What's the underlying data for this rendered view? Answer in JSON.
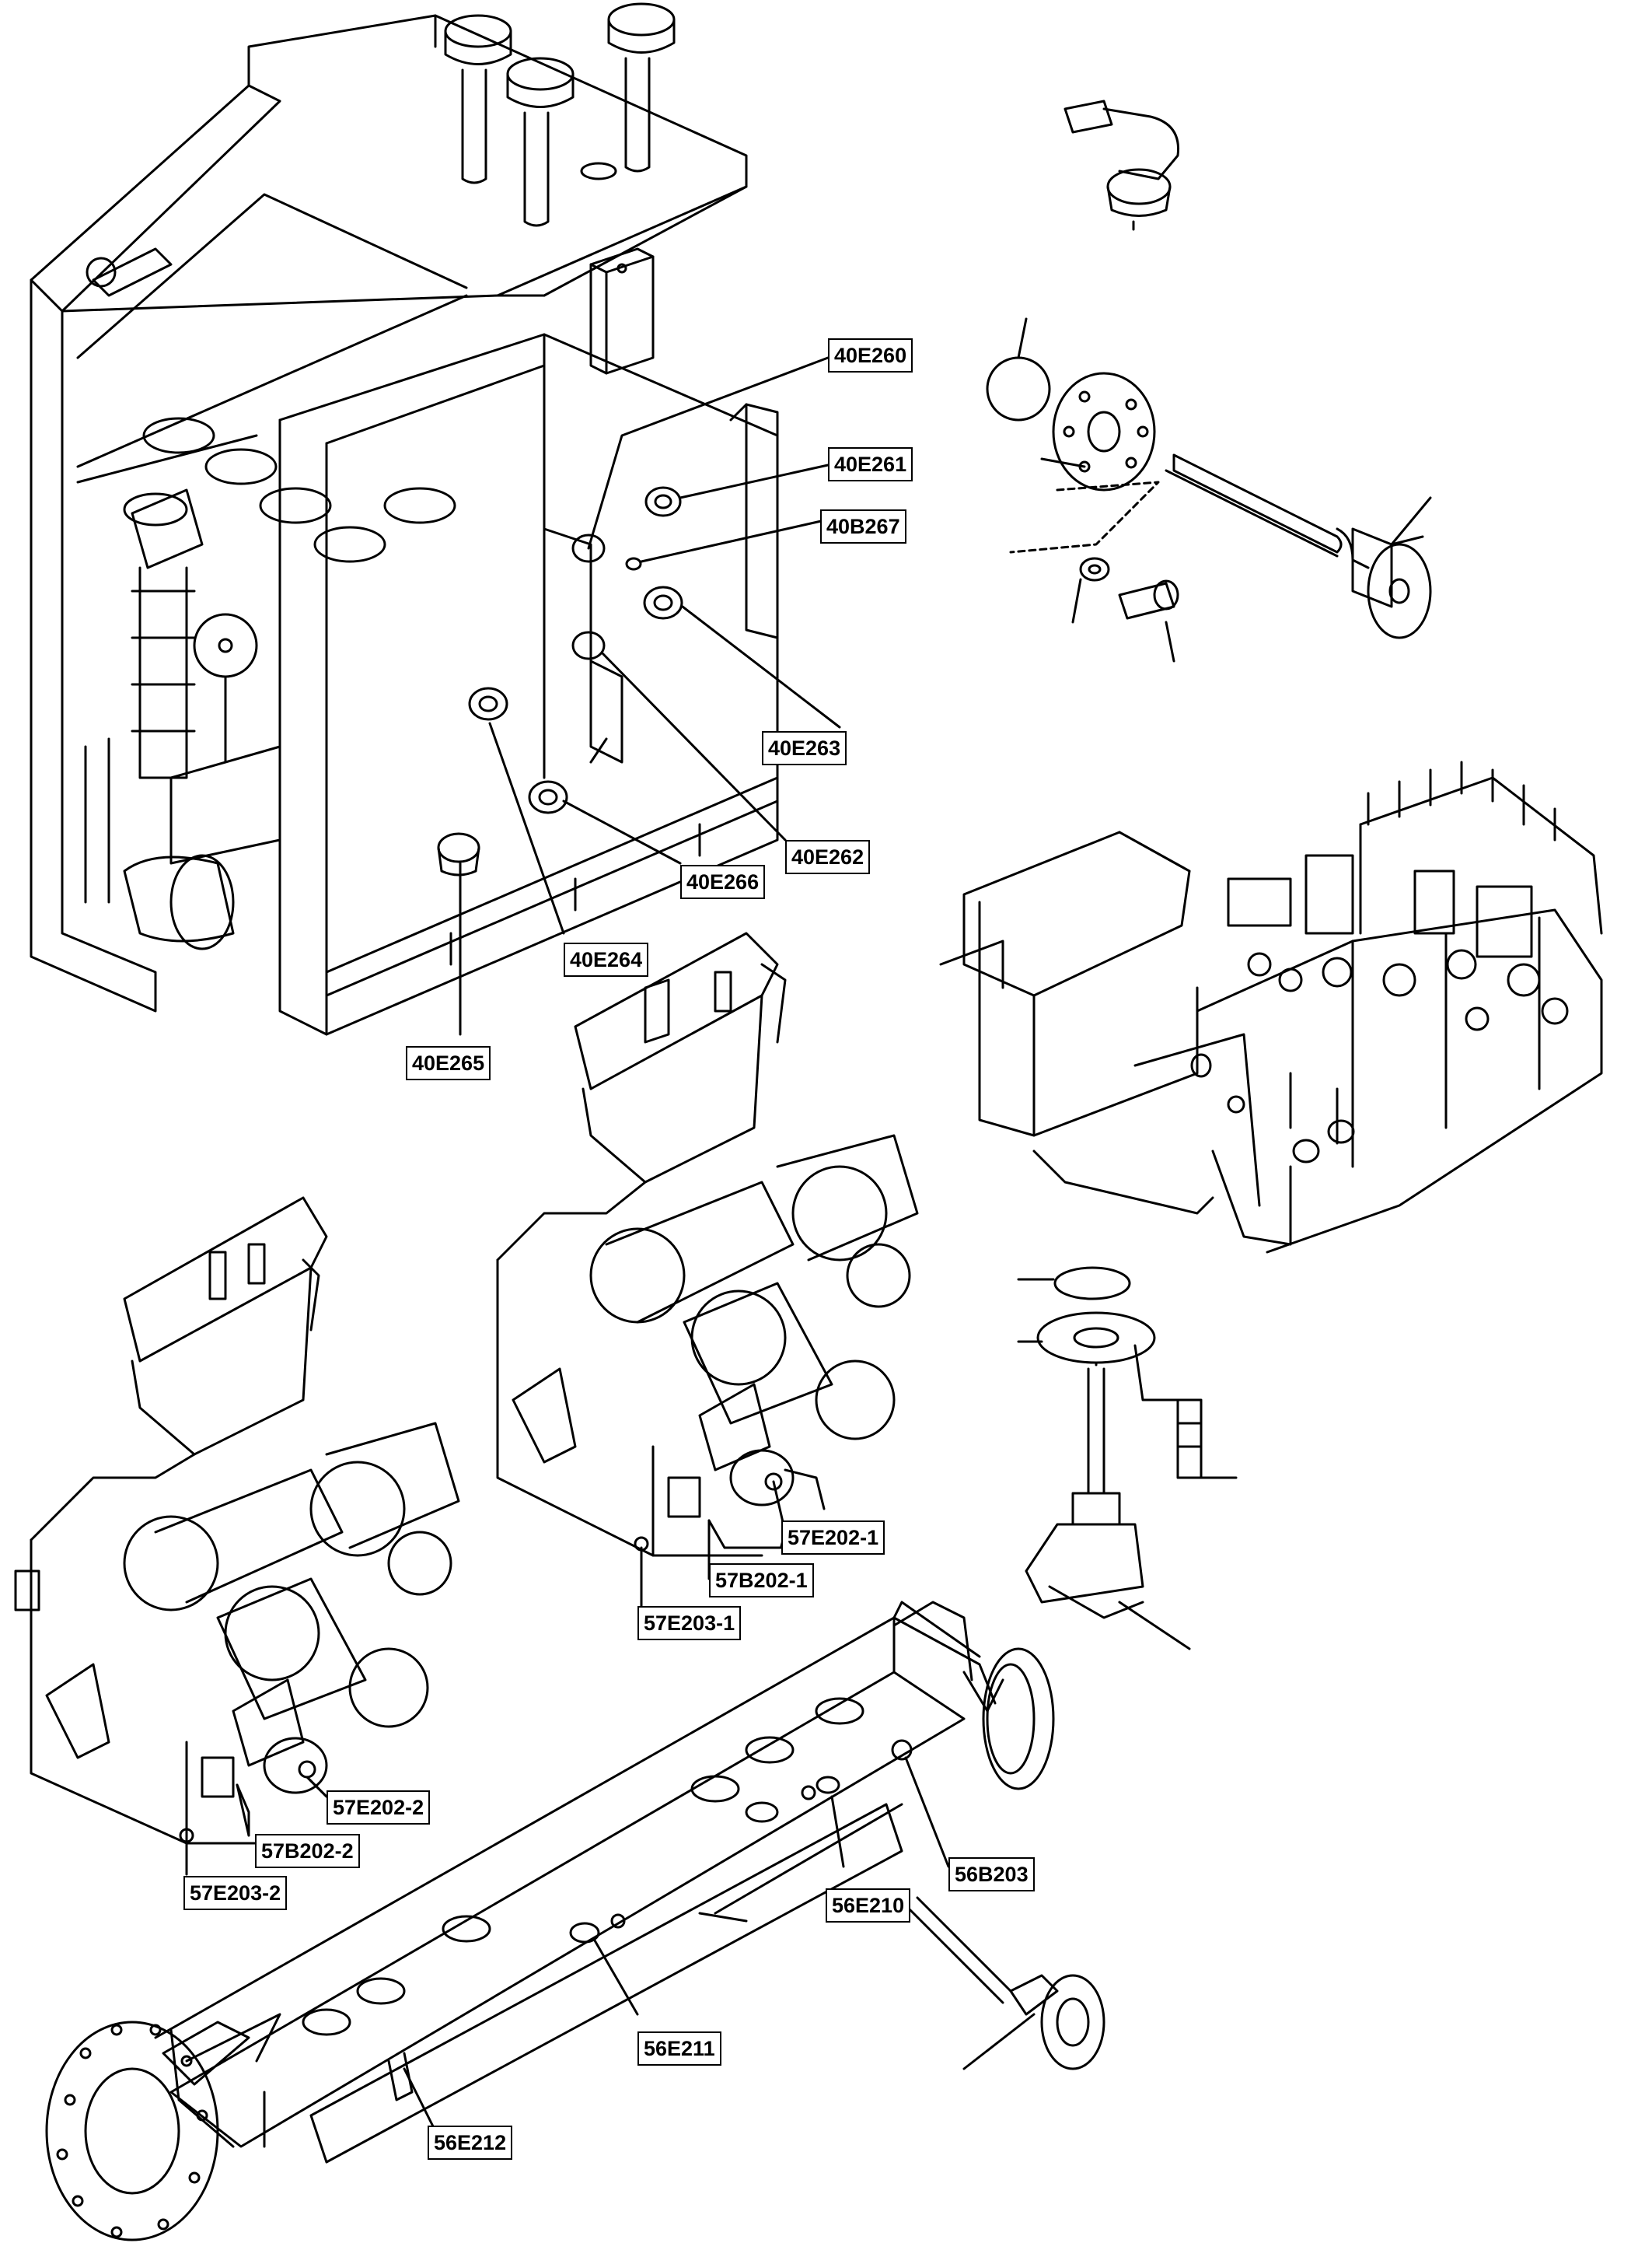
{
  "callouts": {
    "c40E260": "40E260",
    "c40E261": "40E261",
    "c40B267": "40B267",
    "c40E263": "40E263",
    "c40E262": "40E262",
    "c40E266": "40E266",
    "c40E264": "40E264",
    "c40E265": "40E265",
    "c57E202_1": "57E202-1",
    "c57B202_1": "57B202-1",
    "c57E203_1": "57E203-1",
    "c57E202_2": "57E202-2",
    "c57B202_2": "57B202-2",
    "c57E203_2": "57E203-2",
    "c56B203": "56B203",
    "c56E210": "56E210",
    "c56E211": "56E211",
    "c56E212": "56E212"
  },
  "colors": {
    "line": "#000000",
    "background": "#ffffff"
  }
}
